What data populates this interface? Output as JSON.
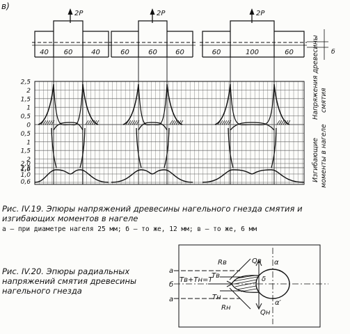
{
  "figure_letter": "в)",
  "load_label": "2P",
  "delta_label": "б",
  "segments": [
    {
      "left": "40",
      "mid": "60",
      "right": "40"
    },
    {
      "left": "60",
      "mid": "60",
      "right": "60"
    },
    {
      "left": "60",
      "mid": "100",
      "right": "60"
    }
  ],
  "axis_top_ticks": [
    "2,5",
    "2",
    "1,5",
    "1",
    "0,5",
    "0",
    "0,5",
    "1",
    "1,5",
    "2",
    "2,5"
  ],
  "axis_bottom_ticks": [
    "2,0",
    "1,6",
    "1,0",
    "0,6"
  ],
  "side_label_top": [
    "Напряжения древесины",
    "смятия"
  ],
  "side_label_bottom": [
    "Изгибающие",
    "моменты в нагеле"
  ],
  "caption_19": {
    "title": "Рис. IV.19. Эпюры напряжений древесины нагельного гнезда смятия и изгибающих моментов в нагеле",
    "subtitle": "а — при диаметре нагеля 25 мм; б — то же, 12 мм; в — то же, 6 мм"
  },
  "caption_20": {
    "title": "Рис. IV.20. Эпюры радиальных напряжений смятия древесины нагельного гнезда"
  },
  "fig20_labels": {
    "a_top": "а",
    "b": "б",
    "a_bottom": "а",
    "Rv": "Rв",
    "Qv": "Qв",
    "alpha": "α",
    "Tv_sum": "Tв+Tн=T",
    "Tv": "Tв",
    "delta": "δ",
    "Tn": "Tн",
    "alpha_prime": "α′",
    "Rn": "Rн",
    "Qn": "Qн"
  }
}
